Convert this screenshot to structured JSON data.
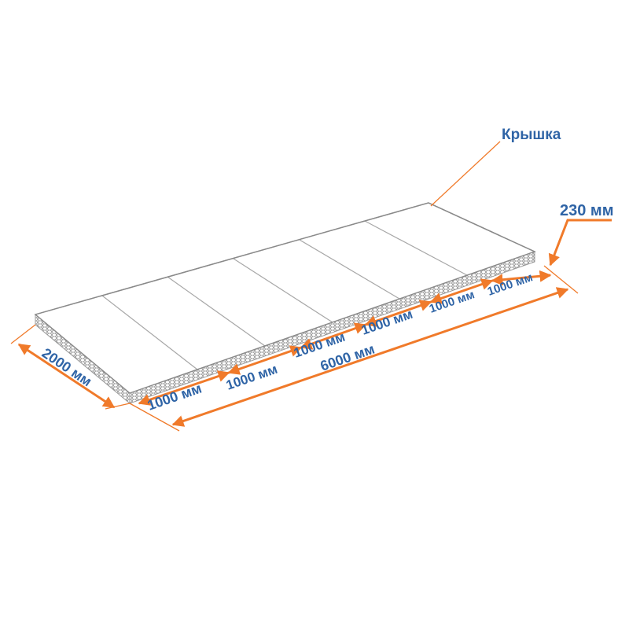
{
  "labels": {
    "lid": "Крышка",
    "height": "230 мм",
    "width": "2000 мм",
    "total_length": "6000 мм",
    "section_1": "1000 мм",
    "section_2": "1000 мм",
    "section_3": "1000 мм",
    "section_4": "1000 мм",
    "section_5": "1000 мм",
    "section_6": "1000 мм"
  },
  "colors": {
    "dimension": "#f07a2a",
    "label": "#2f64a6",
    "mesh": "#9a9a9a"
  }
}
